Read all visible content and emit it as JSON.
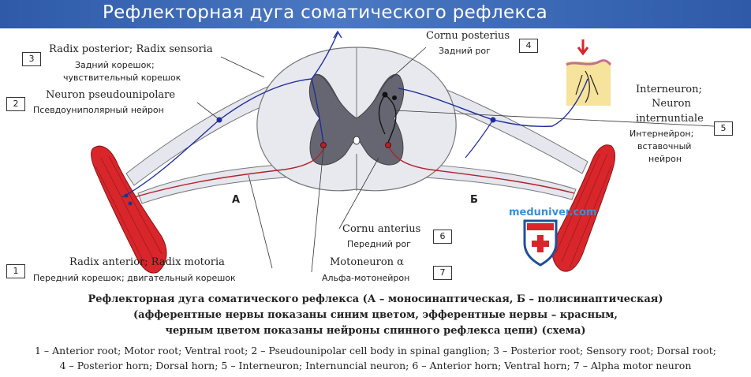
{
  "banner": {
    "title": "Рефлекторная дуга соматического рефлекса"
  },
  "labels": {
    "l3": {
      "num": "3",
      "lat": "Radix posterior; Radix sensoria",
      "ru1": "Задний корешок;",
      "ru2": "чувствительный корешок"
    },
    "l2": {
      "num": "2",
      "lat": "Neuron pseudounipolare",
      "ru": "Псевдоуниполярный нейрон"
    },
    "l4": {
      "num": "4",
      "lat": "Cornu posterius",
      "ru": "Задний рог"
    },
    "l5": {
      "num": "5",
      "lat1": "Interneuron;",
      "lat2": "Neuron",
      "lat3": "internuntiale",
      "ru1": "Интернейрон;",
      "ru2": "вставочный",
      "ru3": "нейрон"
    },
    "l6": {
      "num": "6",
      "lat": "Cornu anterius",
      "ru": "Передний рог"
    },
    "l7": {
      "num": "7",
      "lat": "Motoneuron α",
      "ru": "Альфа-мотонейрон"
    },
    "l1": {
      "num": "1",
      "lat": "Radix anterior; Radix motoria",
      "ru": "Передний корешок; двигательный корешок"
    }
  },
  "sides": {
    "left": "А",
    "right": "Б"
  },
  "watermark": "meduniver.com",
  "caption": {
    "line1": "Рефлекторная дуга соматического рефлекса (А – моносинаптическая, Б – полисинаптическая)",
    "line2": "(афферентные нервы показаны синим цветом, эфферентные нервы – красным,",
    "line3": "черным цветом показаны нейроны спинного рефлекса цепи) (схема)"
  },
  "legend": {
    "line1": "1 – Anterior root; Motor root; Ventral root; 2 – Pseudounipolar cell body in spinal ganglion; 3 – Posterior root; Sensory root; Dorsal root;",
    "line2": "4 – Posterior horn; Dorsal horn; 5 – Interneuron; Internuncial neuron; 6 – Anterior horn; Ventral horn; 7 – Alpha motor neuron"
  },
  "colors": {
    "banner": "#3b68b5",
    "afferent": "#1f2f9a",
    "efferent": "#b0232a",
    "white_matter": "#e6e6ee",
    "gray_matter": "#555560",
    "muscle": "#d8262b",
    "skin": "#f6e39c"
  }
}
